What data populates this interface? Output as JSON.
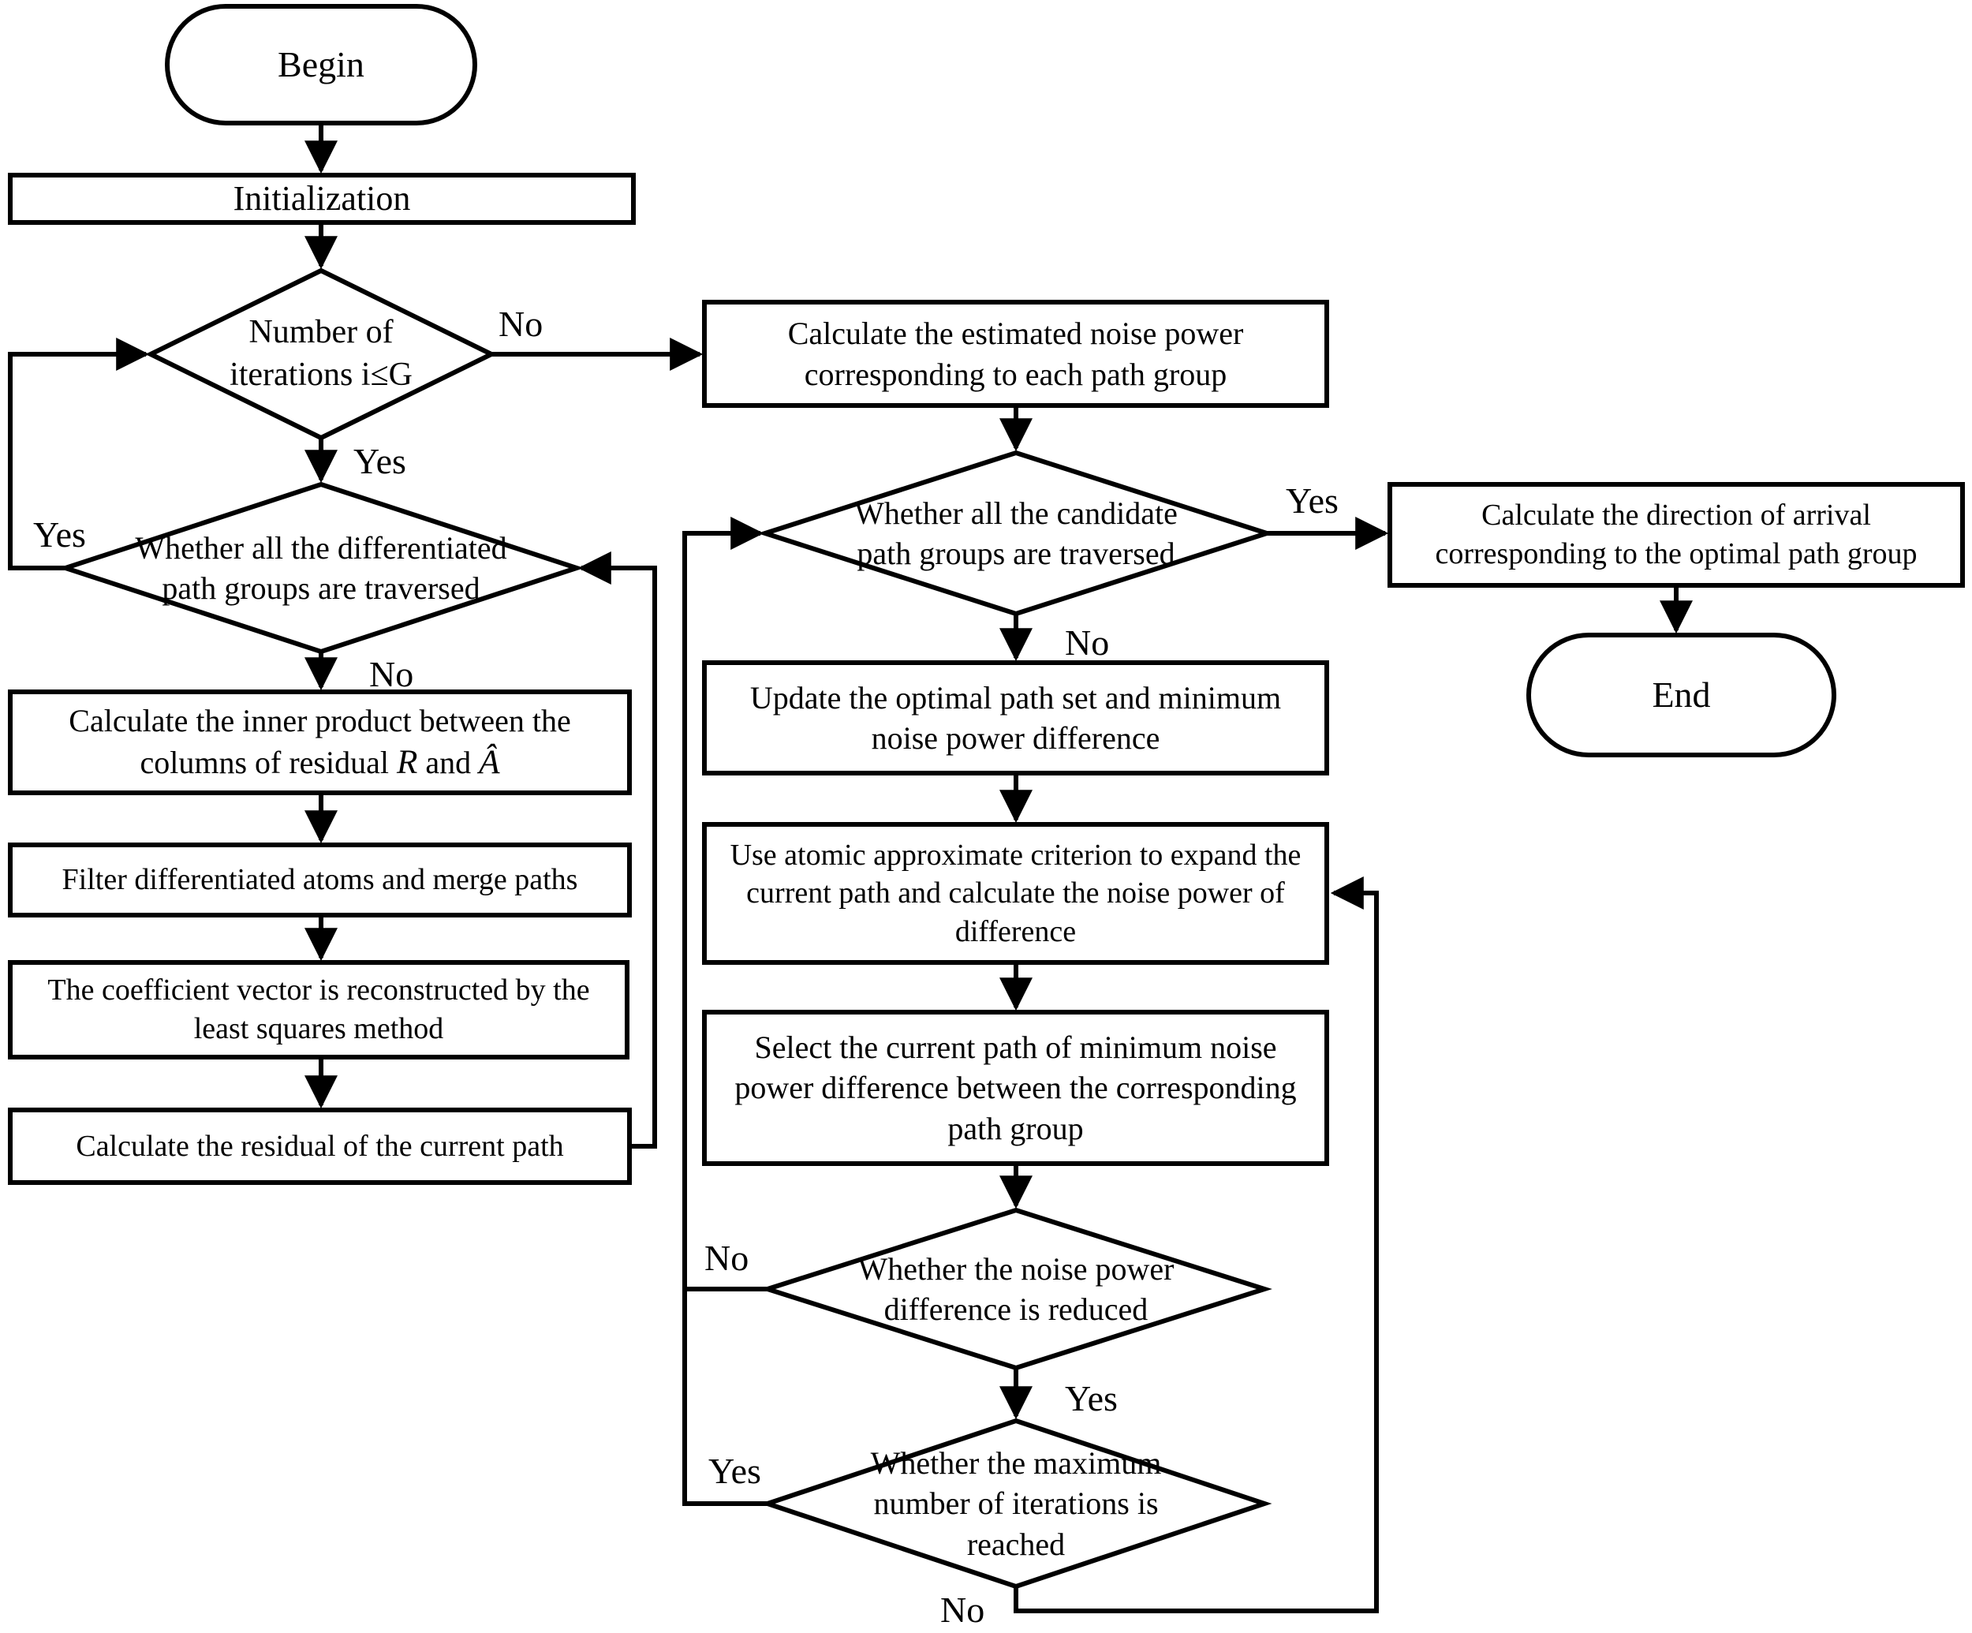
{
  "figure": {
    "background_color": "#ffffff",
    "line_color": "#000000"
  },
  "nodes": {
    "begin": {
      "label": "Begin"
    },
    "initialization": {
      "label": "Initialization"
    },
    "iterations_decision": {
      "label": "Number of iterations i≤G"
    },
    "differentiated_decision": {
      "label": "Whether all the differentiated path groups are traversed"
    },
    "inner_product": {
      "text_before": "Calculate the inner product between the columns of residual ",
      "var_r": "R",
      "text_mid": " and ",
      "var_a_hat": "Â"
    },
    "filter_atoms": {
      "label": "Filter differentiated atoms and merge paths"
    },
    "coefficient_vector": {
      "label": "The coefficient vector is reconstructed by the least squares method"
    },
    "residual": {
      "label": "Calculate the residual of the current path"
    },
    "estimated_noise": {
      "label": "Calculate the estimated noise power corresponding to each path group"
    },
    "candidate_decision": {
      "label": "Whether all the candidate path groups are traversed"
    },
    "update_optimal": {
      "label": "Update the optimal path set and minimum noise power difference"
    },
    "atomic_criterion": {
      "label": "Use atomic approximate criterion to expand the current path and calculate the noise power of difference"
    },
    "select_path": {
      "label": "Select the current path of minimum noise power difference between the corresponding path group"
    },
    "noise_reduced_decision": {
      "label": "Whether the noise power difference is reduced"
    },
    "max_iterations_decision": {
      "label": "Whether the maximum number of iterations is reached"
    },
    "direction_arrival": {
      "label": "Calculate the direction of arrival corresponding to the optimal path group"
    },
    "end": {
      "label": "End"
    }
  },
  "edge_labels": {
    "iterations_no": "No",
    "iterations_yes": "Yes",
    "differentiated_yes": "Yes",
    "differentiated_no": "No",
    "candidate_yes": "Yes",
    "candidate_no": "No",
    "noise_reduced_no": "No",
    "noise_reduced_yes": "Yes",
    "max_iterations_yes": "Yes",
    "max_iterations_no": "No"
  }
}
